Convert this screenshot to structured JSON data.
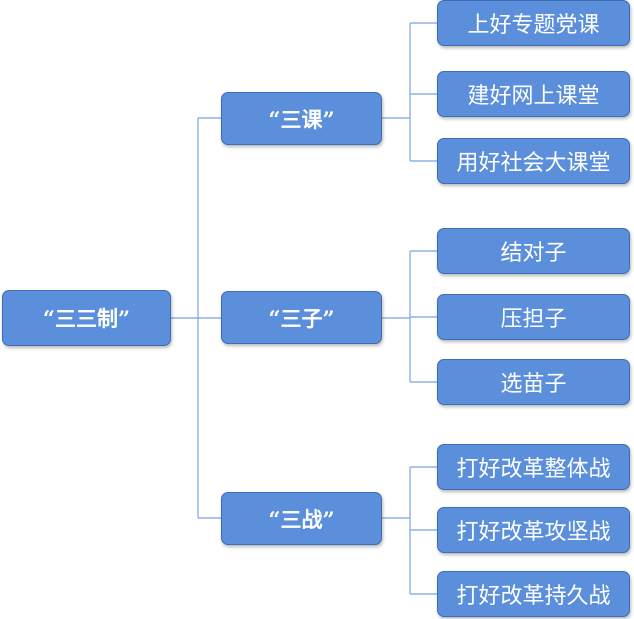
{
  "diagram": {
    "root": {
      "label": "“三三制”"
    },
    "groups": [
      {
        "label": "“三课”",
        "items": [
          "上好专题党课",
          "建好网上课堂",
          "用好社会大课堂"
        ]
      },
      {
        "label": "“三子”",
        "items": [
          "结对子",
          "压担子",
          "选苗子"
        ]
      },
      {
        "label": "“三战”",
        "items": [
          "打好改革整体战",
          "打好改革攻坚战",
          "打好改革持久战"
        ]
      }
    ],
    "colors": {
      "node_fill": "#5b8fdc",
      "node_border": "#3f6db5",
      "connector": "#8fb1e3",
      "text": "#ffffff"
    }
  }
}
